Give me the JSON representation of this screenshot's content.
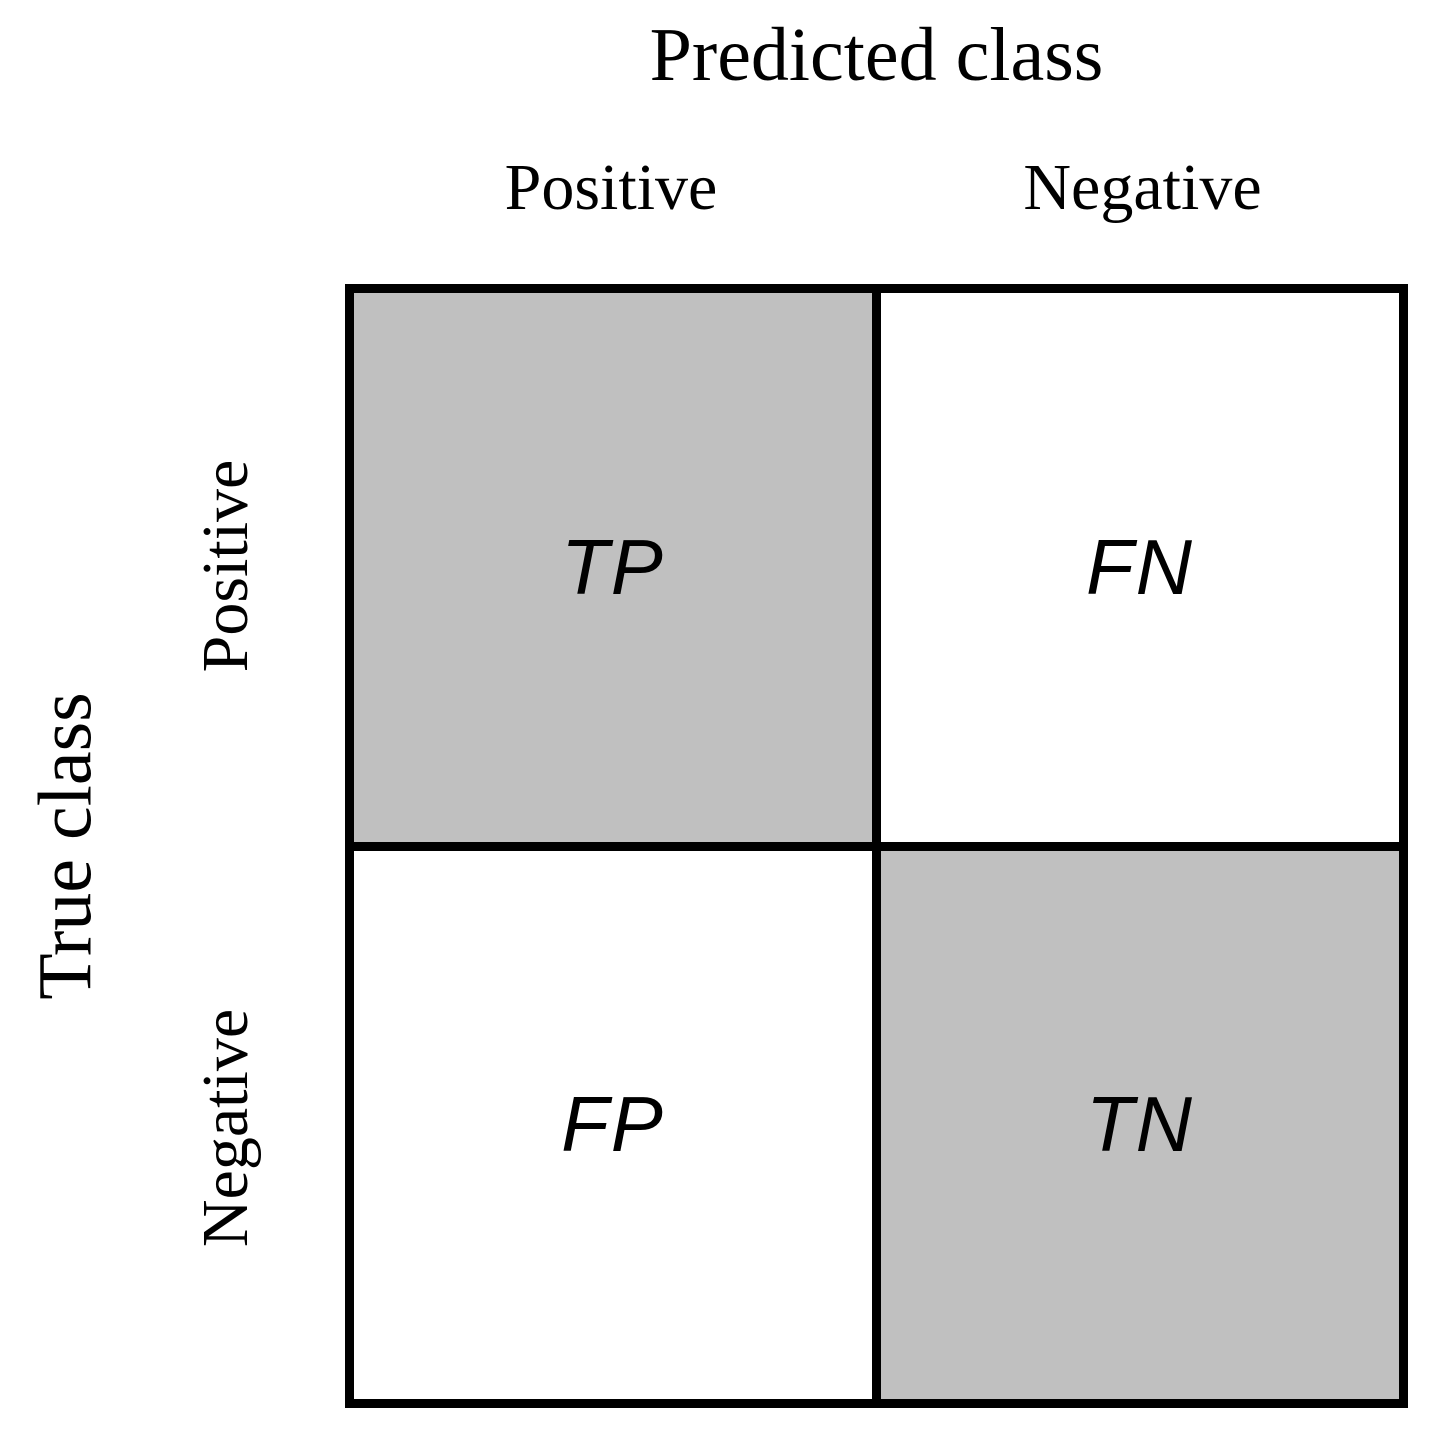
{
  "matrix": {
    "predicted_axis_label": "Predicted class",
    "true_axis_label": "True class",
    "col_labels": {
      "positive": "Positive",
      "negative": "Negative"
    },
    "row_labels": {
      "positive": "Positive",
      "negative": "Negative"
    },
    "cells": {
      "top_left": "TP",
      "top_right": "FN",
      "bottom_left": "FP",
      "bottom_right": "TN"
    },
    "colors": {
      "highlight_cell": "#C0C0C0",
      "plain_cell": "#FFFFFF",
      "grid_line": "#000000",
      "text": "#000000"
    }
  }
}
